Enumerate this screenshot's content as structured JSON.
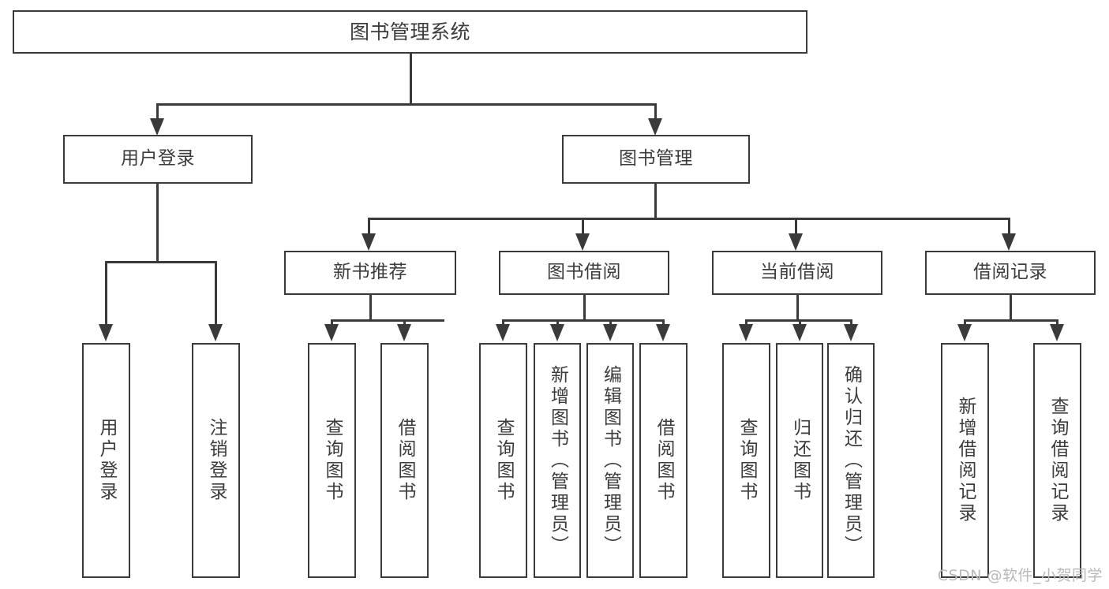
{
  "diagram": {
    "title": "图书管理系统",
    "type": "tree-hierarchy-diagram",
    "colors": {
      "border": "#3a3a3a",
      "text": "#3c3c3c",
      "background": "#ffffff",
      "watermark": "#b9b9b9"
    },
    "root": {
      "label": "图书管理系统"
    },
    "level2": [
      {
        "label": "用户登录"
      },
      {
        "label": "图书管理"
      }
    ],
    "level3": [
      {
        "label": "新书推荐"
      },
      {
        "label": "图书借阅"
      },
      {
        "label": "当前借阅"
      },
      {
        "label": "借阅记录"
      }
    ],
    "leaves": {
      "user_login": [
        {
          "label": "用户登录"
        },
        {
          "label": "注销登录"
        }
      ],
      "new_book": [
        {
          "label": "查询图书"
        },
        {
          "label": "借阅图书"
        }
      ],
      "book_borrow": [
        {
          "label": "查询图书"
        },
        {
          "label": "新增图书（管理员）"
        },
        {
          "label": "编辑图书（管理员）"
        },
        {
          "label": "借阅图书"
        }
      ],
      "current_borrow": [
        {
          "label": "查询图书"
        },
        {
          "label": "归还图书"
        },
        {
          "label": "确认归还（管理员）"
        }
      ],
      "borrow_record": [
        {
          "label": "新增借阅记录"
        },
        {
          "label": "查询借阅记录"
        }
      ]
    }
  },
  "watermark": {
    "text": "CSDN @软件_小贺同学"
  }
}
